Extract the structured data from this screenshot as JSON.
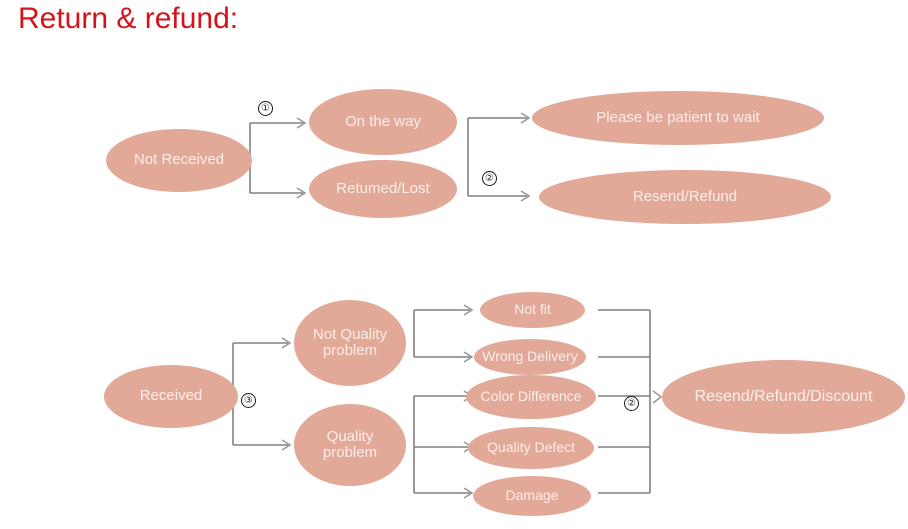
{
  "title": "Return & refund:",
  "colors": {
    "title": "#d4131a",
    "node_fill": "#e2a999",
    "node_text": "#fdeee8",
    "wire": "#808080",
    "badge": "#1a1a1a",
    "background": "#ffffff"
  },
  "flow_top": {
    "start": "Not Received",
    "branch_badge": "①",
    "branches": [
      {
        "label": "On the way",
        "outcome": "Please be patient to wait"
      },
      {
        "label": "Retumed/Lost",
        "outcome": "Resend/Refund"
      }
    ],
    "merge_badge": "②"
  },
  "flow_bottom": {
    "start": "Received",
    "branch_badge": "③",
    "categories": [
      {
        "label": "Not Quality problem",
        "reasons": [
          "Not fit",
          "Wrong Delivery"
        ]
      },
      {
        "label": "Quality problem",
        "reasons": [
          "Color Difference",
          "Quality Defect",
          "Damage"
        ]
      }
    ],
    "merge_badge": "②",
    "outcome": "Resend/Refund/Discount"
  },
  "nodes": {
    "not_received": "Not Received",
    "on_the_way": "On the way",
    "returned_lost": "Retumed/Lost",
    "please_wait": "Please be patient to wait",
    "resend_refund": "Resend/Refund",
    "received": "Received",
    "not_quality_problem": "Not Quality problem",
    "quality_problem": "Quality problem",
    "not_fit": "Not fit",
    "wrong_delivery": "Wrong Delivery",
    "color_difference": "Color Difference",
    "quality_defect": "Quality Defect",
    "damage": "Damage",
    "resend_refund_discount": "Resend/Refund/Discount"
  },
  "badges": {
    "one": "①",
    "two_top": "②",
    "three": "③",
    "two_bottom": "②"
  }
}
